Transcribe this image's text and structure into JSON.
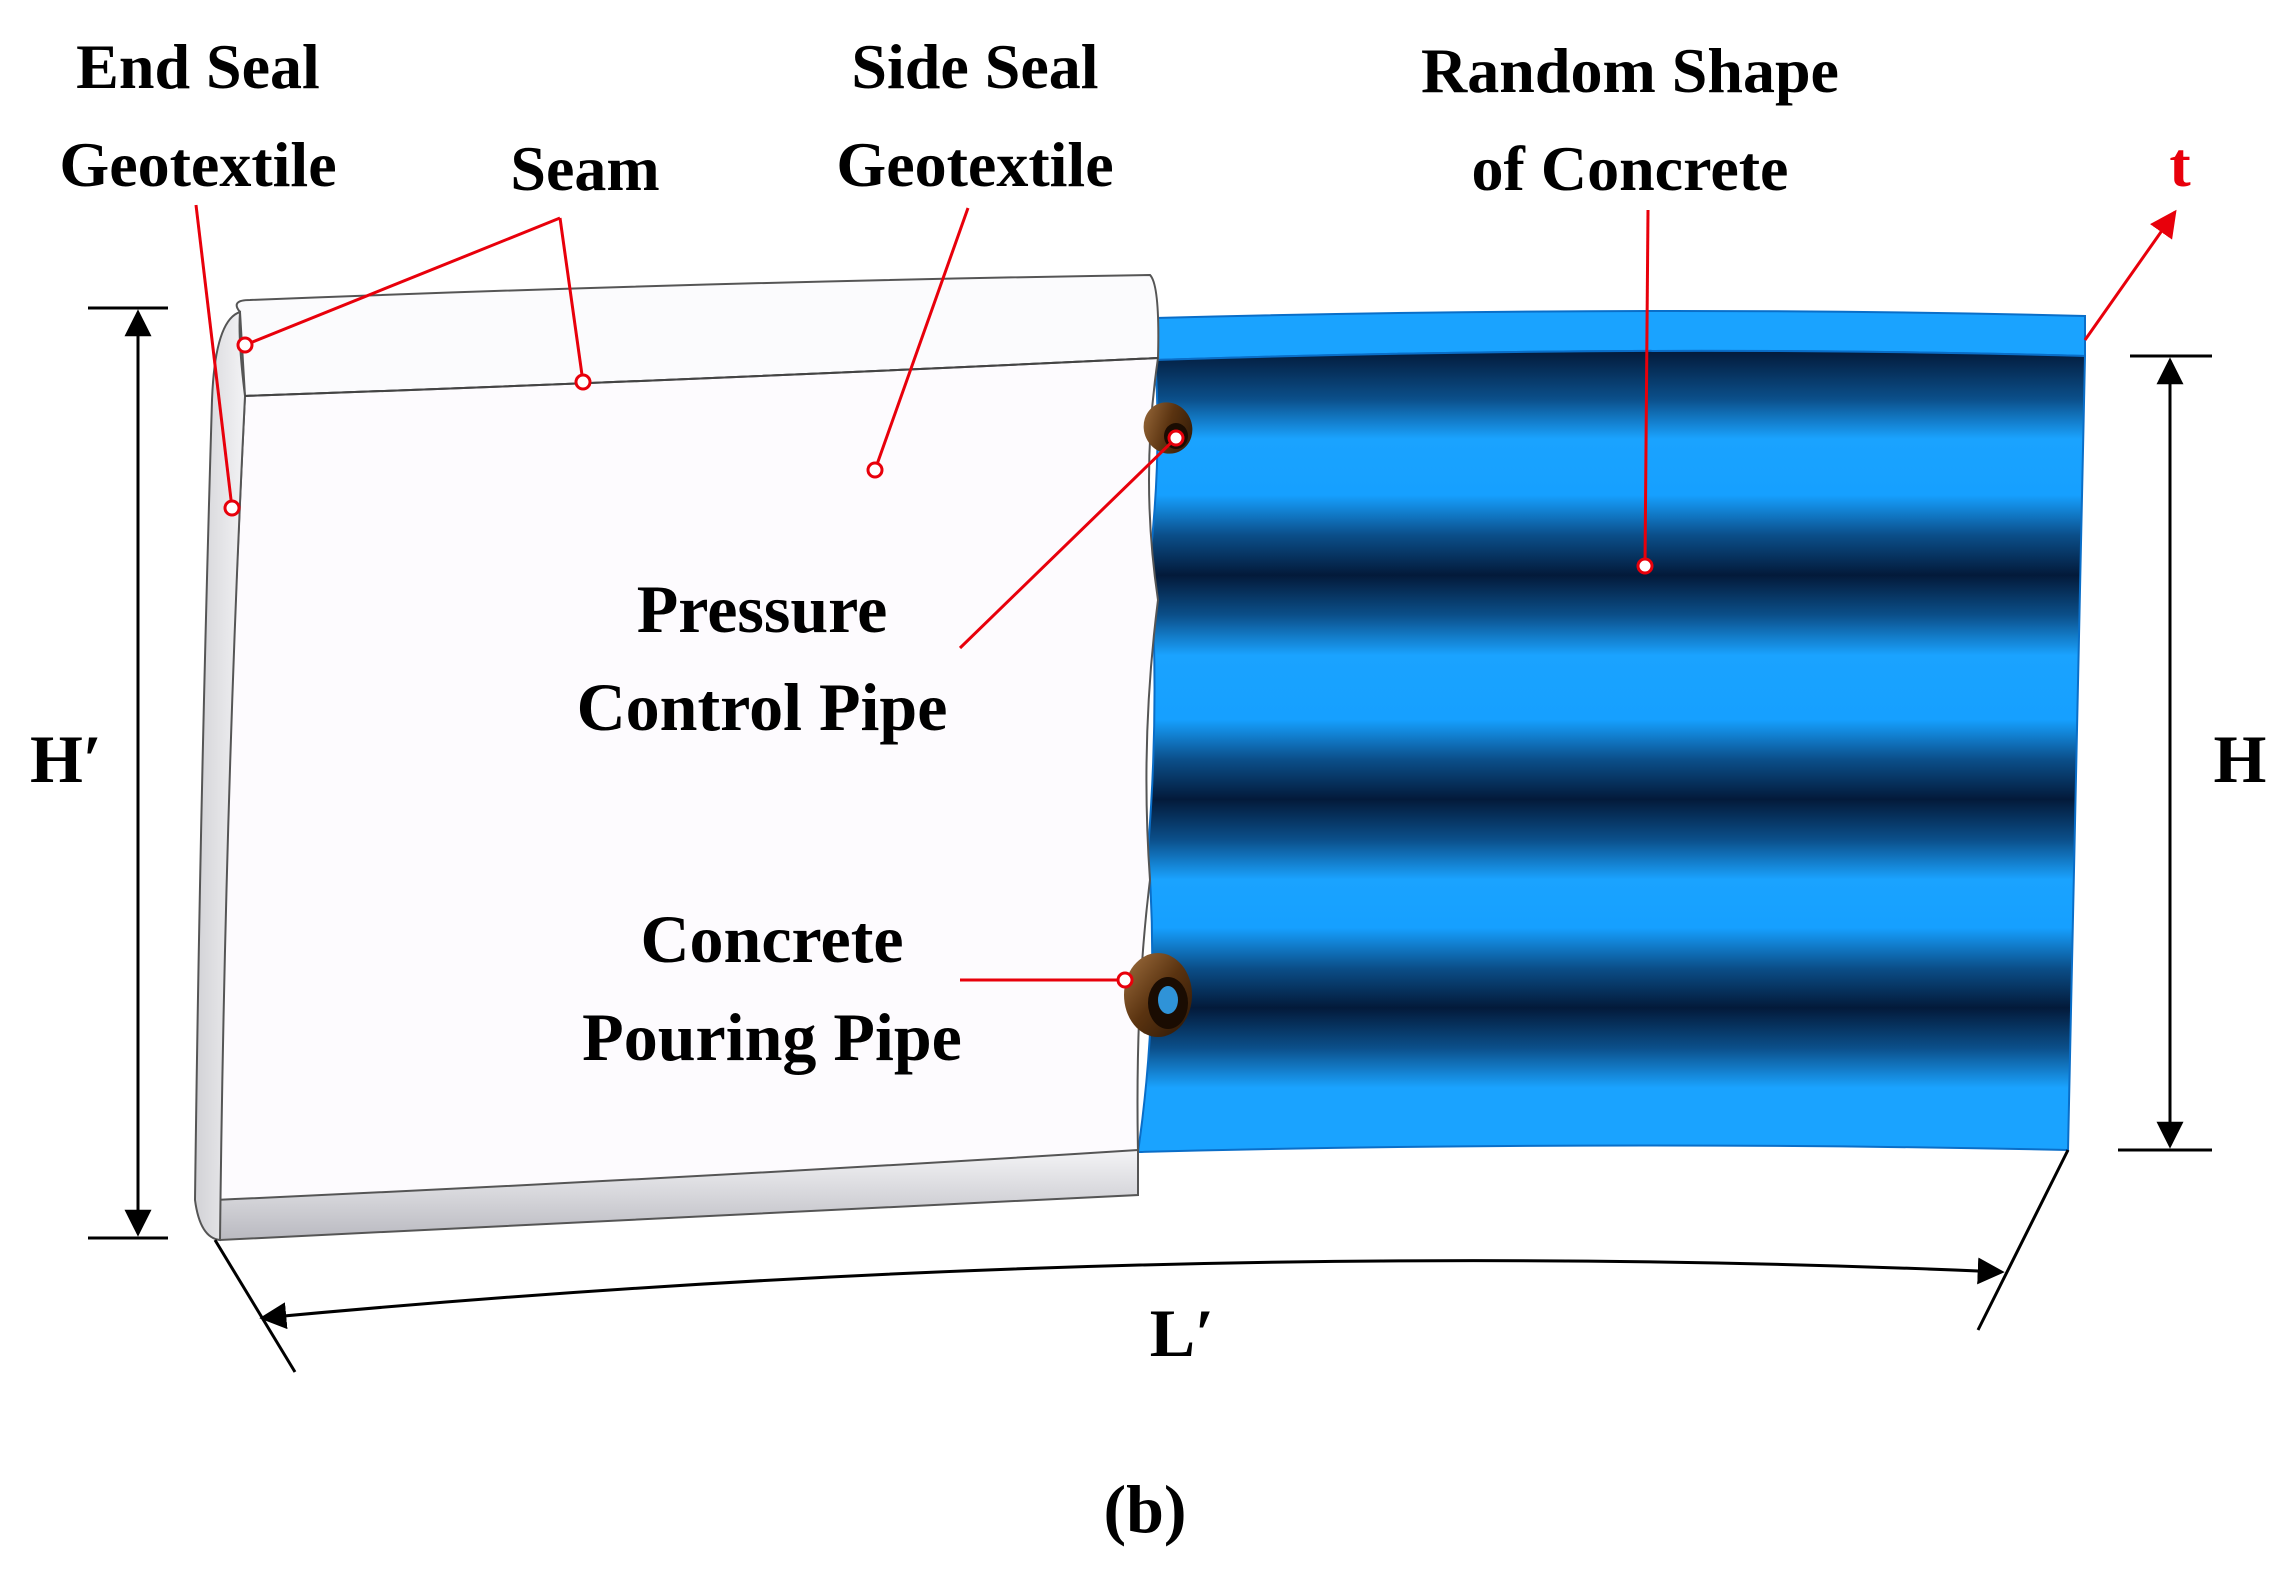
{
  "labels": {
    "end_seal_1": "End Seal",
    "end_seal_2": "Geotextile",
    "seam": "Seam",
    "side_seal_1": "Side Seal",
    "side_seal_2": "Geotextile",
    "random_1": "Random Shape",
    "random_2": "of Concrete",
    "thickness": "t",
    "pressure_1": "Pressure",
    "pressure_2": "Control Pipe",
    "pouring_1": "Concrete",
    "pouring_2": "Pouring Pipe",
    "h_prime": "H′",
    "h": "H",
    "l_prime": "L′",
    "caption": "(b)"
  },
  "colors": {
    "leader": "#e8000b",
    "concrete_light": "#1aa3ff",
    "concrete_dark": "#031a3a",
    "geotextile": "#fdfbfe",
    "pipe": "#5a3310"
  }
}
